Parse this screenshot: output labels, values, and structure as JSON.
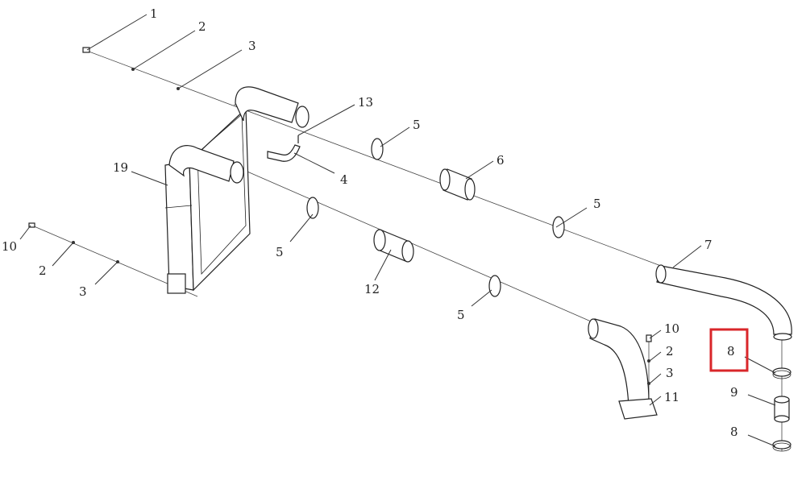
{
  "callouts": [
    {
      "id": "c1",
      "text": "1"
    },
    {
      "id": "c2a",
      "text": "2"
    },
    {
      "id": "c3a",
      "text": "3"
    },
    {
      "id": "c13",
      "text": "13"
    },
    {
      "id": "c5a",
      "text": "5"
    },
    {
      "id": "c4",
      "text": "4"
    },
    {
      "id": "c6",
      "text": "6"
    },
    {
      "id": "c19",
      "text": "19"
    },
    {
      "id": "c5b",
      "text": "5"
    },
    {
      "id": "c10a",
      "text": "10"
    },
    {
      "id": "c2b",
      "text": "2"
    },
    {
      "id": "c3b",
      "text": "3"
    },
    {
      "id": "c5c",
      "text": "5"
    },
    {
      "id": "c12",
      "text": "12"
    },
    {
      "id": "c7",
      "text": "7"
    },
    {
      "id": "c5d",
      "text": "5"
    },
    {
      "id": "c10b",
      "text": "10"
    },
    {
      "id": "c2c",
      "text": "2"
    },
    {
      "id": "c3c",
      "text": "3"
    },
    {
      "id": "c11",
      "text": "11"
    },
    {
      "id": "c8a",
      "text": "8"
    },
    {
      "id": "c9",
      "text": "9"
    },
    {
      "id": "c8b",
      "text": "8"
    }
  ],
  "highlight": {
    "color": "#d9262a",
    "target_callout": "8"
  }
}
